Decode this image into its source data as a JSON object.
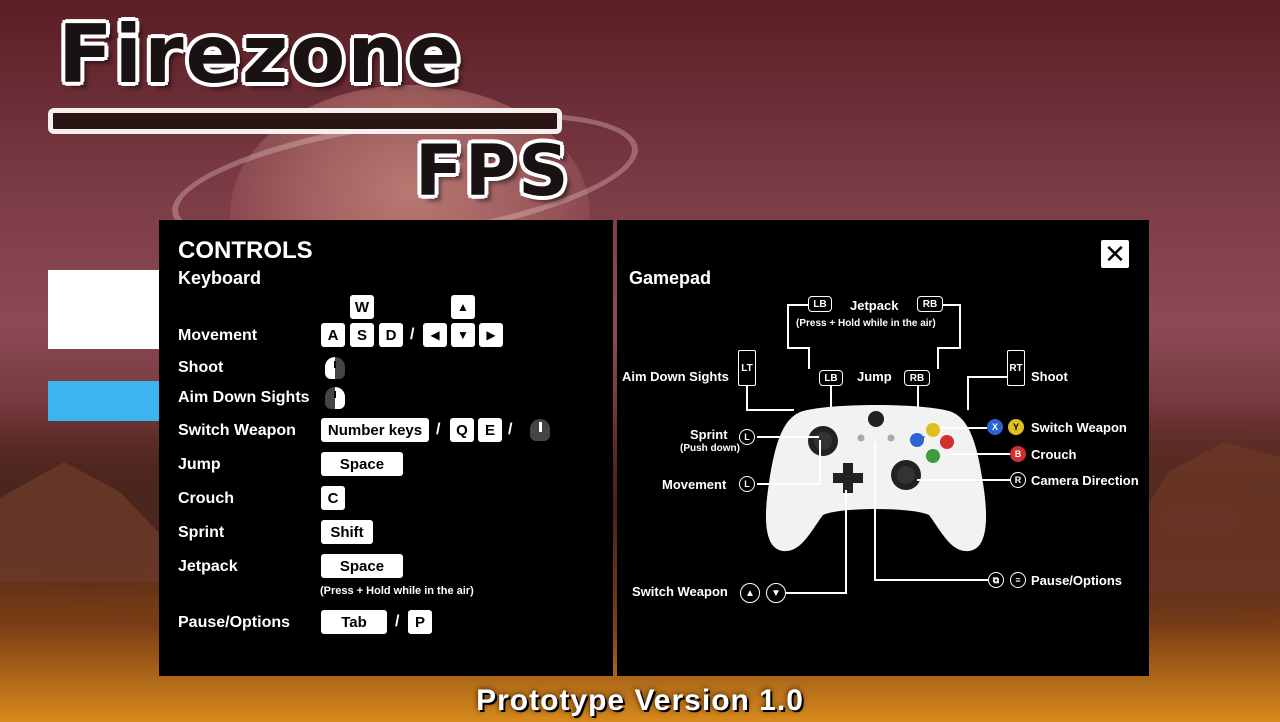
{
  "logo": {
    "title": "Firezone",
    "subtitle": "FPS"
  },
  "controls": {
    "heading": "CONTROLS",
    "close_label": "✕",
    "keyboard": {
      "heading": "Keyboard",
      "movement": {
        "label": "Movement",
        "top": "W",
        "keys": [
          "A",
          "S",
          "D"
        ],
        "sep": "/",
        "arrow_up": "▲",
        "arrows": [
          "◀",
          "▼",
          "▶"
        ]
      },
      "shoot": {
        "label": "Shoot",
        "icon": "mouse-left-click-icon"
      },
      "aim": {
        "label": "Aim Down Sights",
        "icon": "mouse-right-click-icon"
      },
      "switch_weapon": {
        "label": "Switch Weapon",
        "key1": "Number keys",
        "sep1": "/",
        "key2": "Q",
        "key3": "E",
        "sep2": "/",
        "icon": "mouse-scroll-icon"
      },
      "jump": {
        "label": "Jump",
        "key": "Space"
      },
      "crouch": {
        "label": "Crouch",
        "key": "C"
      },
      "sprint": {
        "label": "Sprint",
        "key": "Shift"
      },
      "jetpack": {
        "label": "Jetpack",
        "key": "Space",
        "note": "(Press + Hold while in the air)"
      },
      "pause": {
        "label": "Pause/Options",
        "key1": "Tab",
        "sep": "/",
        "key2": "P"
      }
    },
    "gamepad": {
      "heading": "Gamepad",
      "jetpack": {
        "label": "Jetpack",
        "note": "(Press + Hold while in the air)",
        "lb": "LB",
        "rb": "RB"
      },
      "jump": {
        "label": "Jump",
        "lb": "LB",
        "rb": "RB"
      },
      "aim": {
        "label": "Aim Down Sights",
        "badge": "LT"
      },
      "shoot": {
        "label": "Shoot",
        "badge": "RT"
      },
      "sprint": {
        "label": "Sprint",
        "note": "(Push down)",
        "badge": "L"
      },
      "movement": {
        "label": "Movement",
        "badge": "L"
      },
      "switch_weapon_left": {
        "label": "Switch Weapon",
        "icons": [
          "▲",
          "▼"
        ]
      },
      "switch_weapon_right": {
        "label": "Switch Weapon",
        "x": "X",
        "y": "Y"
      },
      "crouch": {
        "label": "Crouch",
        "badge": "B"
      },
      "camera": {
        "label": "Camera Direction",
        "badge": "R"
      },
      "pause": {
        "label": "Pause/Options",
        "icons": [
          "⧉",
          "≡"
        ]
      },
      "colors": {
        "a": "#3d9a3d",
        "b": "#d23030",
        "x": "#2a64d2",
        "y": "#e0c020"
      }
    }
  },
  "footer": {
    "version": "Prototype Version 1.0"
  }
}
